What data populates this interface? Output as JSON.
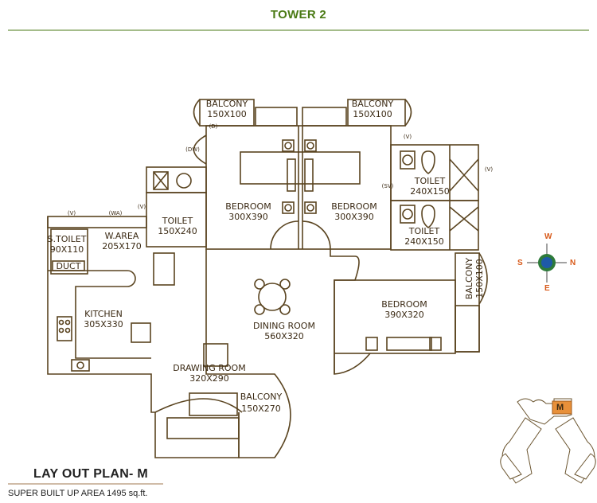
{
  "header": {
    "title": "TOWER 2"
  },
  "plan": {
    "rooms": {
      "balcony_top_left": {
        "name": "BALCONY",
        "size": "150X100"
      },
      "balcony_top_right": {
        "name": "BALCONY",
        "size": "150X100"
      },
      "bedroom_left": {
        "name": "BEDROOM",
        "size": "300X390"
      },
      "bedroom_right": {
        "name": "BEDROOM",
        "size": "300X390"
      },
      "toilet_right_top": {
        "name": "TOILET",
        "size": "240X150"
      },
      "toilet_right_bottom": {
        "name": "TOILET",
        "size": "240X150"
      },
      "toilet_left": {
        "name": "TOILET",
        "size": "150X240"
      },
      "w_area": {
        "name": "W.AREA",
        "size": "205X170"
      },
      "s_toilet": {
        "name": "S.TOILET",
        "size": "90X110"
      },
      "duct": {
        "name": "DUCT"
      },
      "kitchen": {
        "name": "KITCHEN",
        "size": "305X330"
      },
      "dining_room": {
        "name": "DINING ROOM",
        "size": "560X320"
      },
      "bedroom_bottom": {
        "name": "BEDROOM",
        "size": "390X320"
      },
      "balcony_side": {
        "name": "BALCONY",
        "size": "150X100"
      },
      "drawing_room": {
        "name": "DRAWING ROOM",
        "size": "320X290"
      },
      "balcony_bottom": {
        "name": "BALCONY",
        "size": "150X270"
      }
    },
    "small_labels": {
      "dw": "(DW)",
      "wa": "(WA)",
      "v1": "(V)",
      "v2": "(V)",
      "v3": "(V)",
      "v4": "(V)",
      "d": "(D)",
      "sv": "(SV)"
    }
  },
  "compass": {
    "north": "N",
    "south": "S",
    "east": "E",
    "west": "W"
  },
  "keyplan": {
    "marker": "M"
  },
  "footer": {
    "layout_title": "LAY OUT PLAN- M",
    "area_text": "SUPER BUILT UP AREA 1495 sq.ft."
  },
  "colors": {
    "line": "#5a4420",
    "title_green": "#4a7a14",
    "accent_orange": "#e8903a",
    "compass_blue": "#1e5aa8",
    "compass_green": "#2d7a3a"
  }
}
